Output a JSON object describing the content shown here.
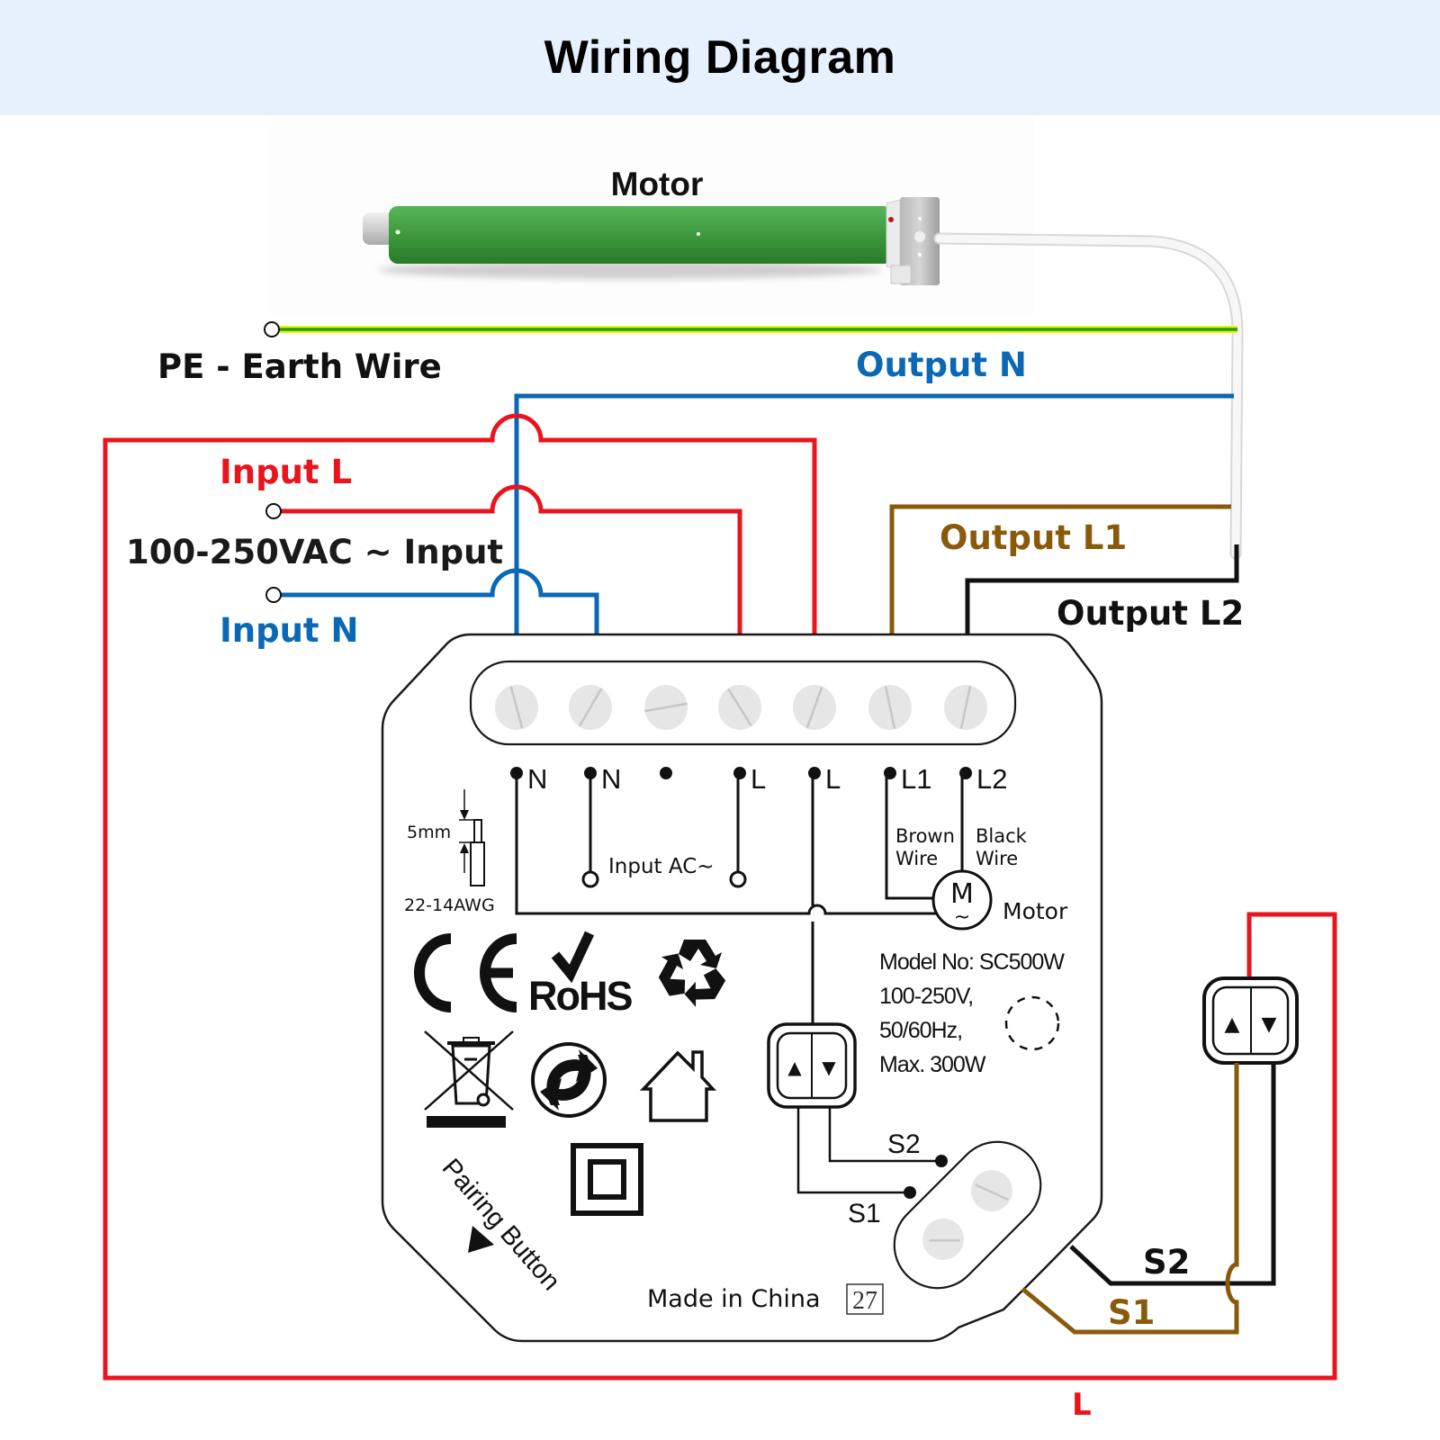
{
  "header": {
    "title": "Wiring Diagram"
  },
  "colors": {
    "header_bg": "#e7f1fd",
    "live_red": "#e8141e",
    "neutral_blue": "#0a68b4",
    "earth_green": "#1aa01a",
    "earth_yellow": "#f2f200",
    "brown": "#8a5a0c",
    "black": "#111111",
    "motor_green": "#3e9a3e"
  },
  "motor": {
    "label": "Motor"
  },
  "wires": {
    "pe": "PE - Earth Wire",
    "output_n": "Output N",
    "input_l": "Input L",
    "input_range": "100-250VAC ~ Input",
    "input_n": "Input N",
    "output_l1": "Output L1",
    "output_l2": "Output L2",
    "s2": "S2",
    "s1": "S1",
    "l_loop": "L"
  },
  "device": {
    "terminals": [
      {
        "id": "N",
        "label": "N"
      },
      {
        "id": "N2",
        "label": "N"
      },
      {
        "id": "blank",
        "label": ""
      },
      {
        "id": "L",
        "label": "L"
      },
      {
        "id": "L2",
        "label": "L"
      },
      {
        "id": "L1out",
        "label": "L1"
      },
      {
        "id": "L2out",
        "label": "L2"
      }
    ],
    "strip_length": "5mm",
    "wire_gauge": "22-14AWG",
    "input_ac": "Input  AC~",
    "brown_wire": [
      "Brown",
      "Wire"
    ],
    "black_wire": [
      "Black",
      "Wire"
    ],
    "motor_symbol": "M",
    "motor_tilde": "~",
    "motor_label": "Motor",
    "model": "Model No: SC500W",
    "specs": [
      "100-250V,",
      "50/60Hz,",
      "Max. 300W"
    ],
    "switch_s2": "S2",
    "switch_s1": "S1",
    "pairing_button": "Pairing Button",
    "made_in": "Made in China",
    "cert_number": "27",
    "certifications": [
      "CE",
      "RoHS",
      "recycle",
      "weee",
      "green-dot",
      "indoor-use",
      "double-insulation"
    ],
    "rohs_text": "RoHS",
    "ce_text": "CE"
  },
  "switch_buttons": {
    "up": "▲",
    "down": "▼"
  }
}
